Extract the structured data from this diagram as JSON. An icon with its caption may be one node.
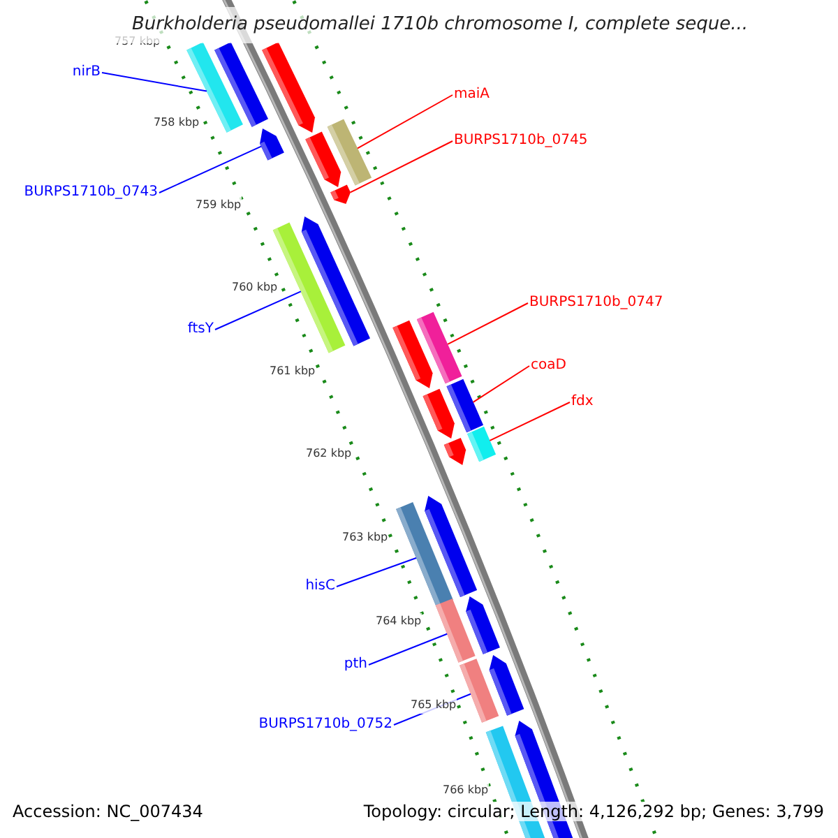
{
  "diagram": {
    "title": "Burkholderia pseudomallei 1710b chromosome I, complete seque...",
    "nodes": [
      {
        "text": [
          "nirB"
        ]
      },
      {
        "text": [
          "BURPS1710b_0743"
        ]
      },
      {
        "text": [
          "ftsY"
        ]
      },
      {
        "text": [
          "maiA"
        ]
      },
      {
        "text": [
          "BURPS1710b_0745"
        ]
      },
      {
        "text": [
          "BURPS1710b_0747"
        ]
      },
      {
        "text": [
          "coaD"
        ]
      },
      {
        "text": [
          "fdx"
        ]
      },
      {
        "text": [
          "hisC"
        ]
      },
      {
        "text": [
          "pth"
        ]
      },
      {
        "text": [
          "BURPS1710b_0752"
        ]
      },
      {
        "text": [],
        "shape": "bar"
      },
      {
        "text": [],
        "shape": "bar"
      },
      {
        "text": [],
        "shape": "bar"
      },
      {
        "text": [],
        "shape": "bar"
      },
      {
        "text": [],
        "shape": "bar"
      },
      {
        "text": [],
        "shape": "bar"
      },
      {
        "text": [],
        "shape": "bar"
      },
      {
        "text": [],
        "shape": "bar"
      },
      {
        "text": [],
        "shape": "bar"
      },
      {
        "text": [],
        "shape": "bar"
      },
      {
        "text": [],
        "shape": "bar"
      },
      {
        "text": [],
        "shape": "bar"
      },
      {
        "text": [],
        "shape": "bar"
      },
      {
        "text": [],
        "shape": "bar"
      },
      {
        "text": [],
        "shape": "bar"
      },
      {
        "text": [],
        "shape": "bar"
      },
      {
        "text": [],
        "shape": "bar"
      },
      {
        "text": [],
        "shape": "bar"
      },
      {
        "text": [],
        "shape": "bar"
      },
      {
        "text": [],
        "shape": "bar"
      },
      {
        "text": [],
        "shape": "bar"
      },
      {
        "text": [],
        "shape": "bar"
      },
      {
        "text": [],
        "shape": "bar"
      }
    ],
    "edges": [
      {
        "from": 0,
        "to": 11,
        "arrow": "none"
      },
      {
        "from": 1,
        "to": 12,
        "arrow": "none"
      },
      {
        "from": 2,
        "to": 13,
        "arrow": "none"
      },
      {
        "from": 3,
        "to": 14,
        "arrow": "none",
        "color": "#ff0000"
      },
      {
        "from": 4,
        "to": 15,
        "arrow": "none",
        "color": "#ff0000"
      },
      {
        "from": 5,
        "to": 16,
        "arrow": "none",
        "color": "#ff0000"
      },
      {
        "from": 6,
        "to": 17,
        "arrow": "none",
        "color": "#ff0000"
      },
      {
        "from": 7,
        "to": 18,
        "arrow": "none",
        "color": "#ff0000"
      },
      {
        "from": 8,
        "to": 19,
        "arrow": "none"
      },
      {
        "from": 9,
        "to": 20,
        "arrow": "none"
      },
      {
        "from": 10,
        "to": 21,
        "arrow": "none"
      }
    ],
    "labels": [
      "757 kbp",
      "758 kbp",
      "759 kbp",
      "760 kbp",
      "761 kbp",
      "762 kbp",
      "763 kbp",
      "764 kbp",
      "765 kbp",
      "766 kbp",
      "Accession: NC_007434",
      "Topology: circular; Length: 4,126,292 bp; Genes: 3,799"
    ]
  }
}
